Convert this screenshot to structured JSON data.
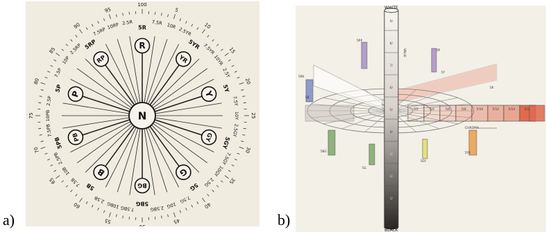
{
  "captions": {
    "a": "a)",
    "b": "b)"
  },
  "munsell_circle": {
    "center_label": "N",
    "principal_hues": [
      "R",
      "YR",
      "Y",
      "GY",
      "G",
      "BG",
      "B",
      "PB",
      "P",
      "RP"
    ],
    "hue_rings": [
      [
        "5R",
        "7.5R",
        "10R",
        "2.5YR"
      ],
      [
        "5YR",
        "7.5YR",
        "10YR",
        "2.5Y"
      ],
      [
        "5Y",
        "7.5Y",
        "10Y",
        "2.5GY"
      ],
      [
        "5GY",
        "7.5GY",
        "10GY",
        "2.5G"
      ],
      [
        "5G",
        "7.5G",
        "10G",
        "2.5BG"
      ],
      [
        "5BG",
        "7.5BG",
        "10BG",
        "2.5B"
      ],
      [
        "5B",
        "7.5B",
        "10B",
        "2.5PB"
      ],
      [
        "5PB",
        "7.5PB",
        "10PB",
        "2.5P"
      ],
      [
        "5P",
        "7.5P",
        "10P",
        "2.5RP"
      ],
      [
        "5RP",
        "7.5RP",
        "10RP",
        "2.5R"
      ]
    ],
    "outer_numbers": [
      "5",
      "10",
      "15",
      "20",
      "25",
      "30",
      "35",
      "40",
      "45",
      "50",
      "55",
      "60",
      "65",
      "70",
      "75",
      "80",
      "85",
      "90",
      "95",
      "100"
    ]
  },
  "munsell_solid": {
    "top_label": "WHITE",
    "bottom_label": "BLACK",
    "axis_label": "VALUE",
    "chroma_label": "CHROMA",
    "chroma_steps": [
      "5/2",
      "5/4",
      "5/6",
      "5/8",
      "5/10",
      "5/12",
      "5/14",
      "5/16"
    ],
    "hue_labels": [
      "5RP",
      "5P",
      "5PB",
      "5B",
      "5BG",
      "5G",
      "5GY",
      "5Y",
      "5YR",
      "5R"
    ],
    "value_marks": [
      "9/",
      "8/",
      "7/",
      "6/",
      "5/",
      "4/",
      "3/",
      "2/",
      "1/"
    ],
    "colors": {
      "red": "#e06a4e",
      "purple": "#a890c8",
      "blue": "#7d8cc8",
      "green": "#7fa86a",
      "yellow": "#e6dc6a",
      "orange": "#e8a04a",
      "neutral": "#bdb7ae"
    }
  }
}
